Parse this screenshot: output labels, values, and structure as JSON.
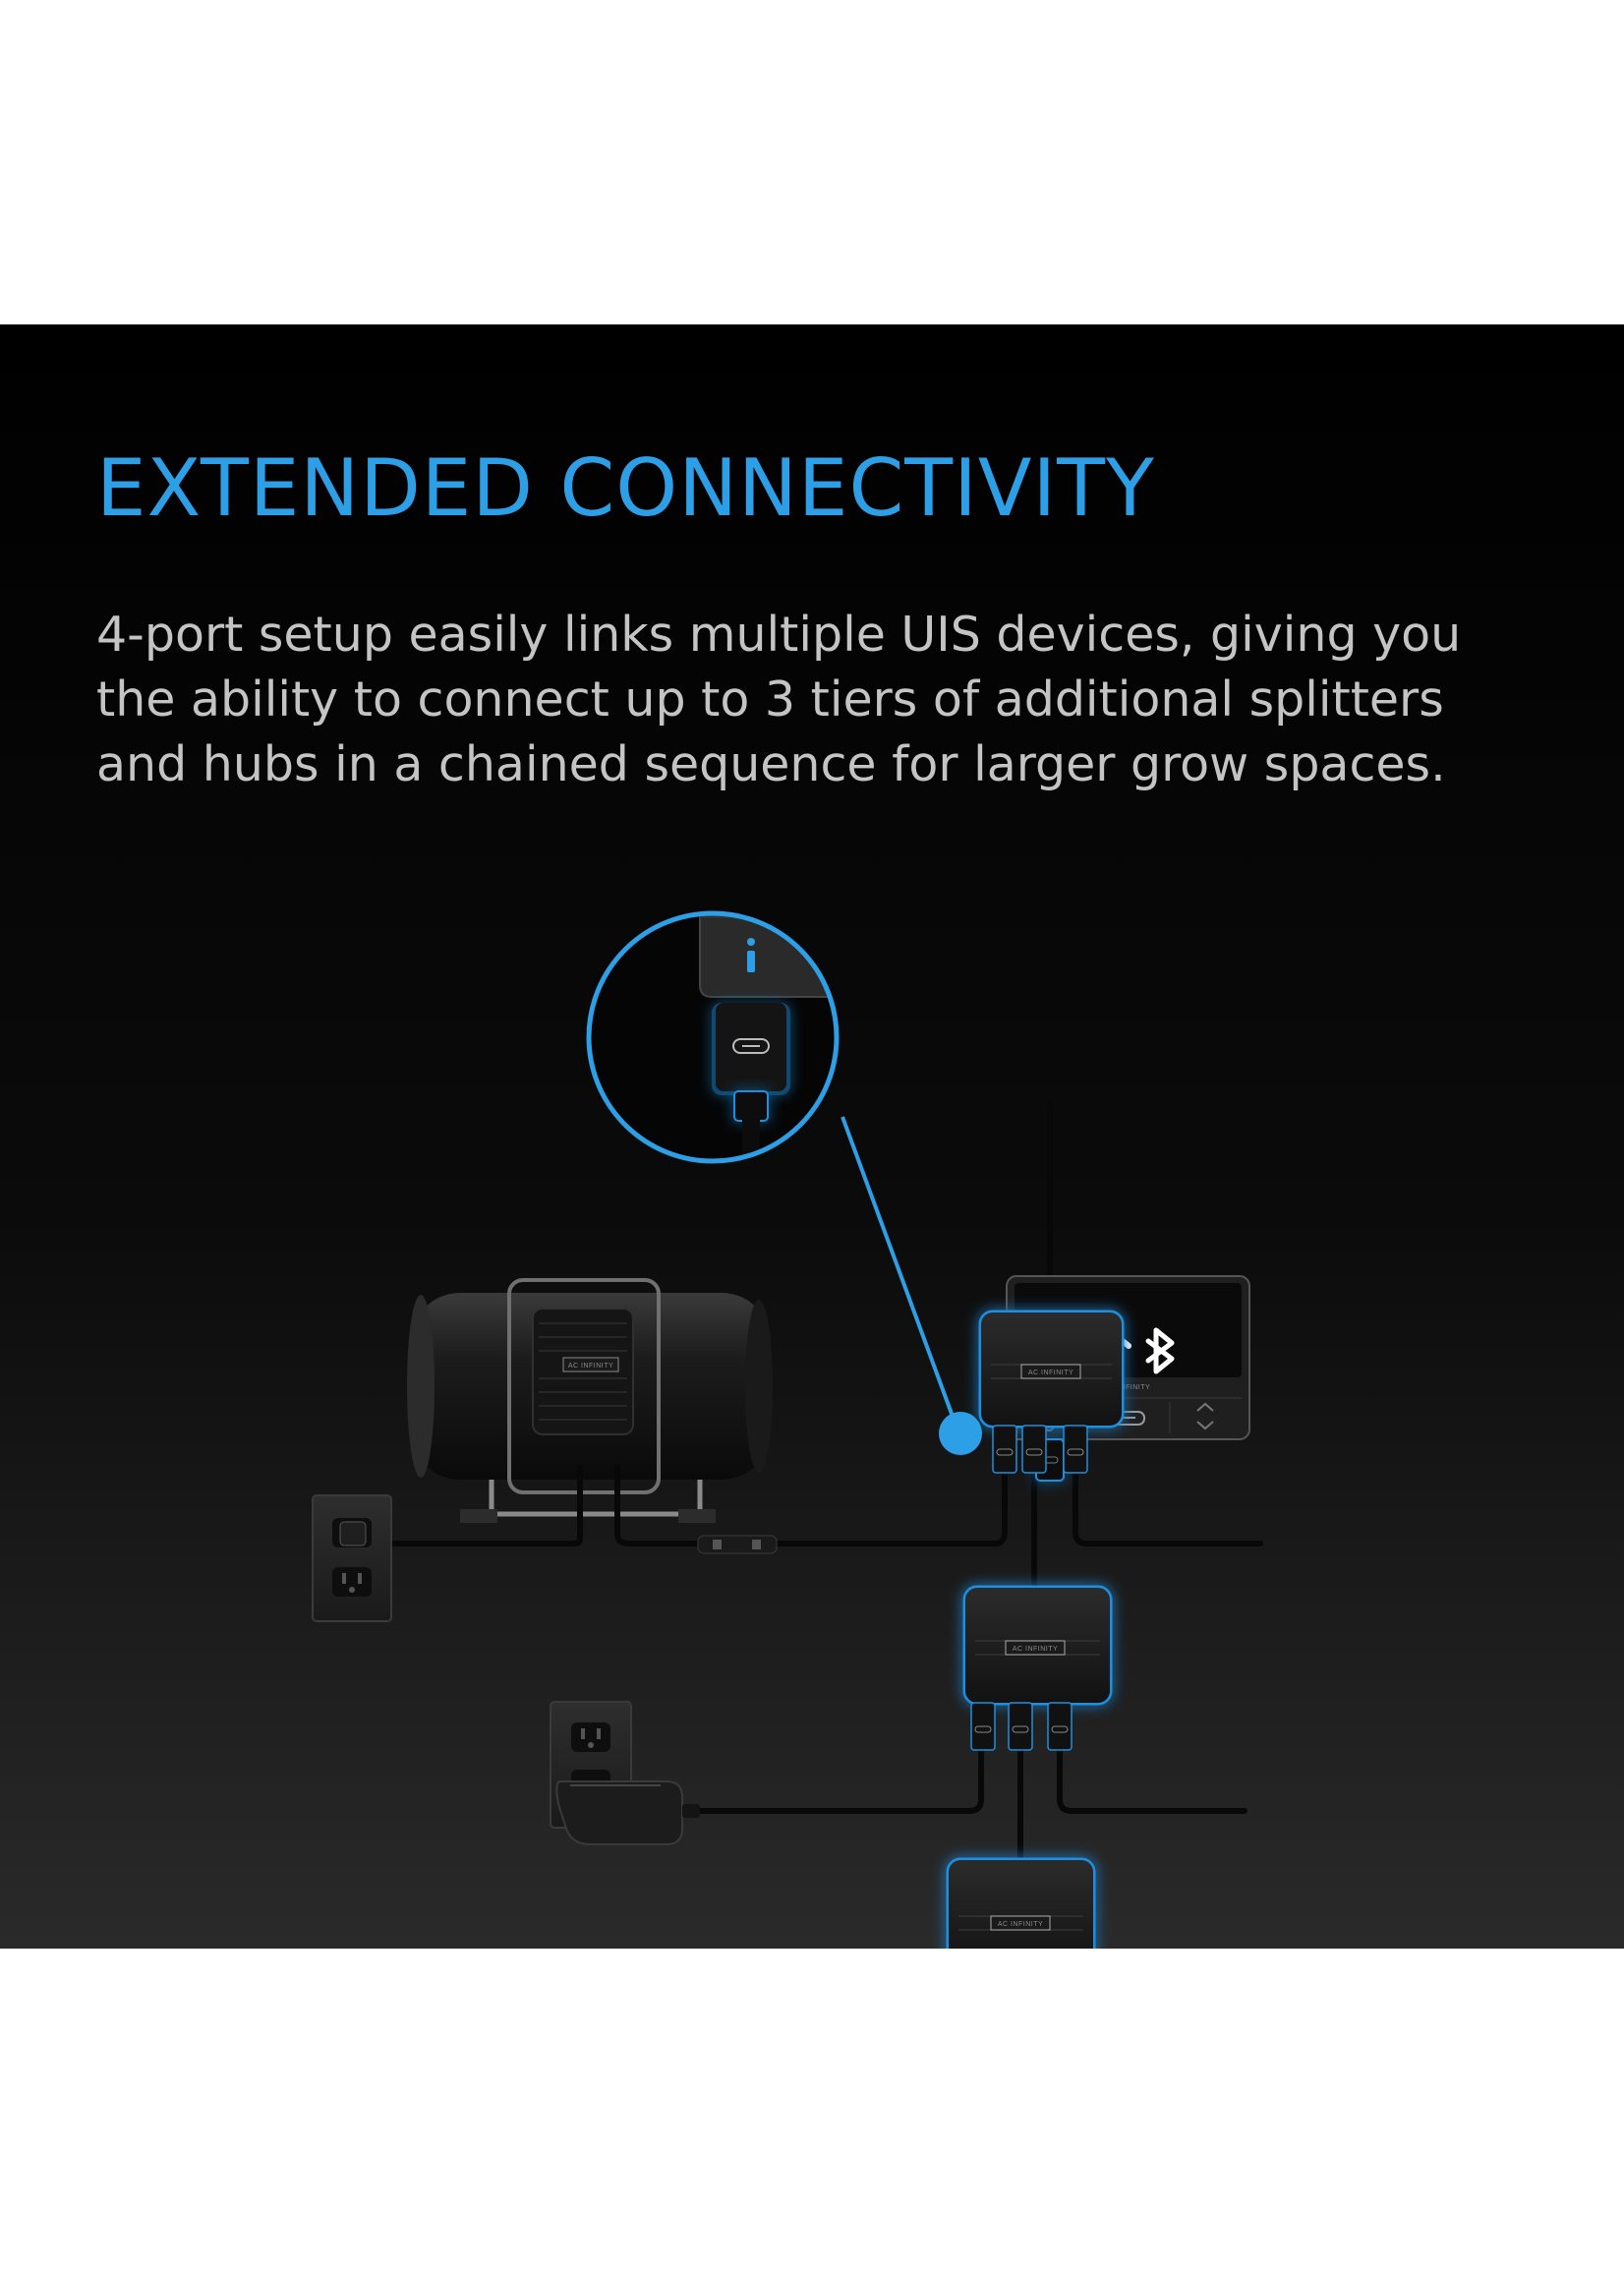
{
  "headline": "EXTENDED CONNECTIVITY",
  "description": {
    "lines": [
      "4-port setup easily links multiple UIS devices, giving you",
      "the ability to connect up to 3 tiers of additional splitters",
      "and hubs in a chained sequence for larger grow spaces."
    ]
  },
  "brand_label": "AC INFINITY",
  "colors": {
    "accent": "#2d9fe6",
    "glow": "#1e8fe0",
    "panel_top": "#000000",
    "panel_bottom": "#2a2a2a",
    "body_text": "#c4c4c4"
  },
  "icons": {
    "wifi": "wifi-icon",
    "bluetooth": "bluetooth-icon",
    "info": "info-icon",
    "menu": "menu-icon",
    "settings": "gear-icon",
    "port": "port-icon",
    "up": "chevron-up-icon",
    "down": "chevron-down-icon"
  }
}
